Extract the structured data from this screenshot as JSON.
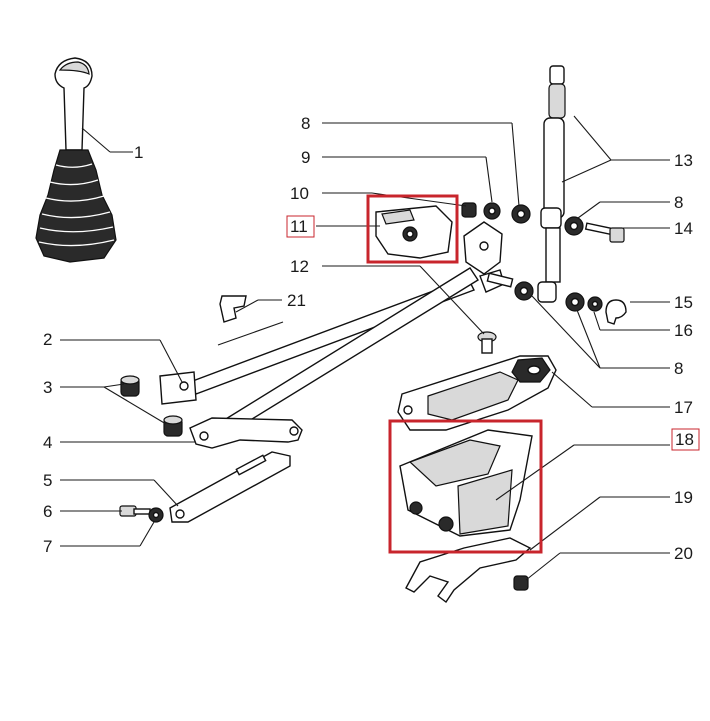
{
  "colors": {
    "highlight": "#c8252c",
    "ink": "#1a1a1a"
  },
  "callouts": [
    {
      "id": "1",
      "text": "1"
    },
    {
      "id": "2",
      "text": "2"
    },
    {
      "id": "3",
      "text": "3"
    },
    {
      "id": "4",
      "text": "4"
    },
    {
      "id": "5",
      "text": "5"
    },
    {
      "id": "6",
      "text": "6"
    },
    {
      "id": "7",
      "text": "7"
    },
    {
      "id": "8a",
      "text": "8"
    },
    {
      "id": "8b",
      "text": "8"
    },
    {
      "id": "8c",
      "text": "8"
    },
    {
      "id": "9",
      "text": "9"
    },
    {
      "id": "10",
      "text": "10"
    },
    {
      "id": "11",
      "text": "11",
      "highlighted": true
    },
    {
      "id": "12",
      "text": "12"
    },
    {
      "id": "13",
      "text": "13"
    },
    {
      "id": "14",
      "text": "14"
    },
    {
      "id": "15",
      "text": "15"
    },
    {
      "id": "16",
      "text": "16"
    },
    {
      "id": "17",
      "text": "17"
    },
    {
      "id": "18",
      "text": "18",
      "highlighted": true
    },
    {
      "id": "19",
      "text": "19"
    },
    {
      "id": "20",
      "text": "20"
    },
    {
      "id": "21",
      "text": "21"
    }
  ],
  "highlighted_parts": [
    "11",
    "18"
  ]
}
